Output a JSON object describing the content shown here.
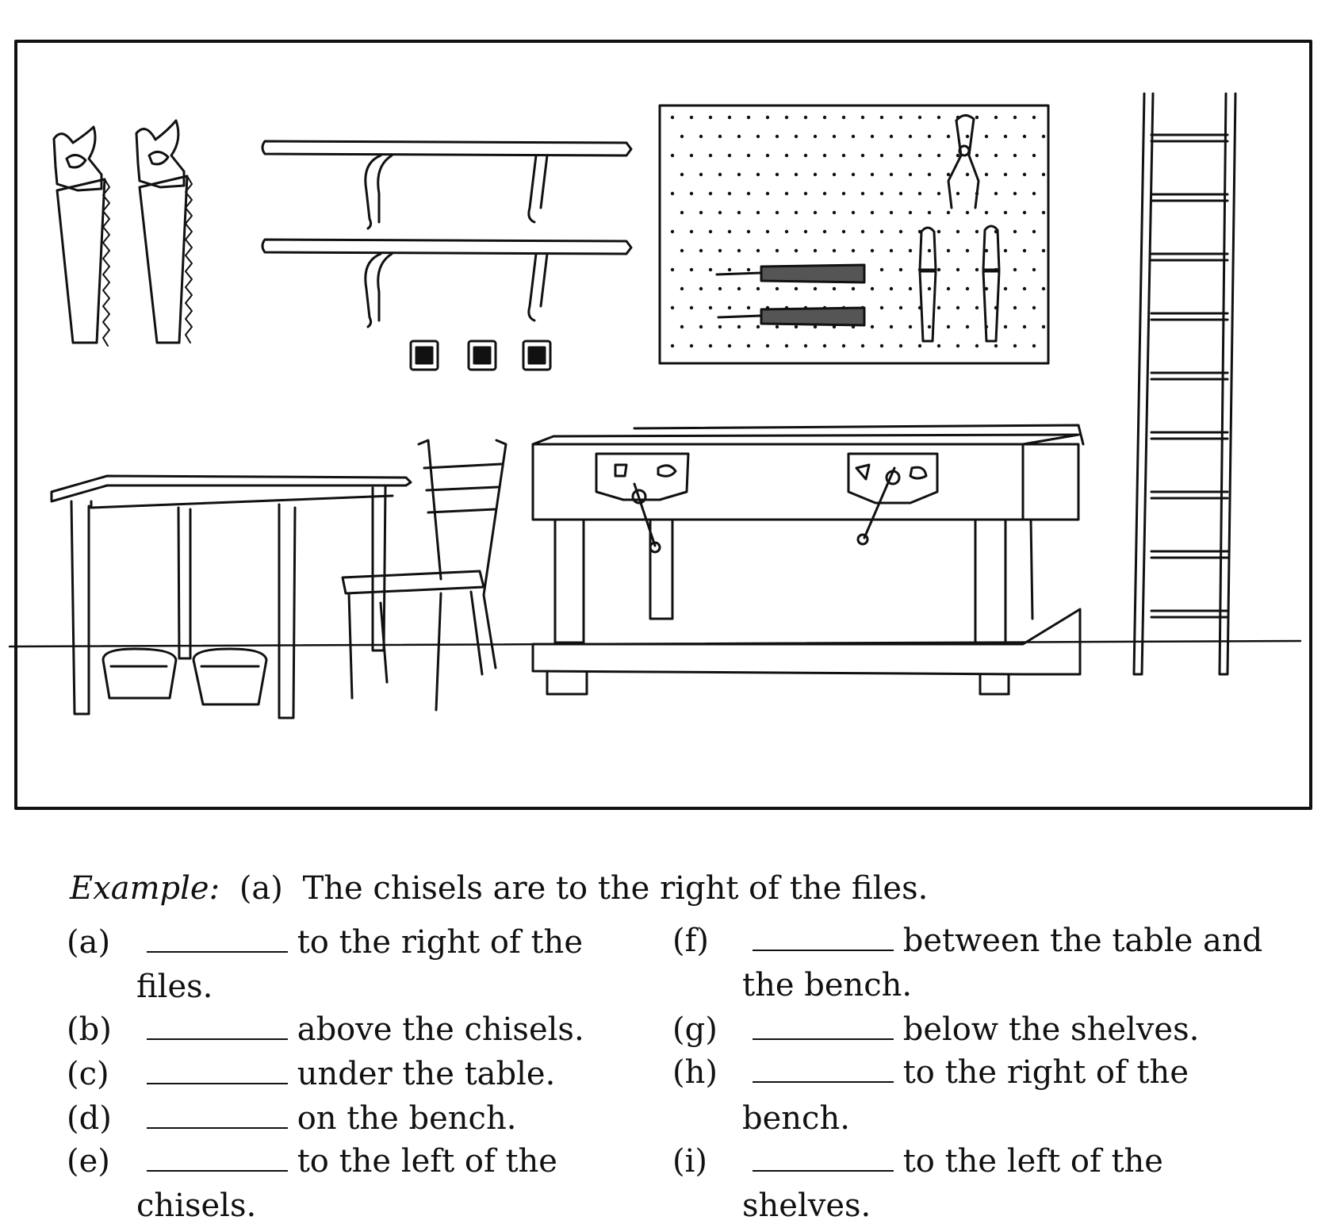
{
  "illustration": {
    "items": [
      "saw",
      "saw",
      "shelf",
      "shelf",
      "socket",
      "socket",
      "socket",
      "pegboard",
      "pliers",
      "file",
      "file",
      "chisel",
      "chisel",
      "ladder",
      "table",
      "chair",
      "paint-can",
      "paint-can",
      "workbench",
      "vise",
      "vise"
    ]
  },
  "example": {
    "prefix": "Example:",
    "label": "(a)",
    "text": "The chisels are to the right of the files."
  },
  "exercises": {
    "left": [
      {
        "label": "(a)",
        "text": "to the right of the",
        "cont": "files."
      },
      {
        "label": "(b)",
        "text": "above the chisels.",
        "cont": ""
      },
      {
        "label": "(c)",
        "text": "under the table.",
        "cont": ""
      },
      {
        "label": "(d)",
        "text": "on the bench.",
        "cont": ""
      },
      {
        "label": "(e)",
        "text": "to the left of the",
        "cont": "chisels."
      }
    ],
    "right": [
      {
        "label": "(f)",
        "text": "between the table and",
        "cont": "the bench."
      },
      {
        "label": "(g)",
        "text": "below the shelves.",
        "cont": ""
      },
      {
        "label": "(h)",
        "text": "to the right of the",
        "cont": "bench."
      },
      {
        "label": "(i)",
        "text": "to the left of the",
        "cont": "shelves."
      }
    ]
  }
}
